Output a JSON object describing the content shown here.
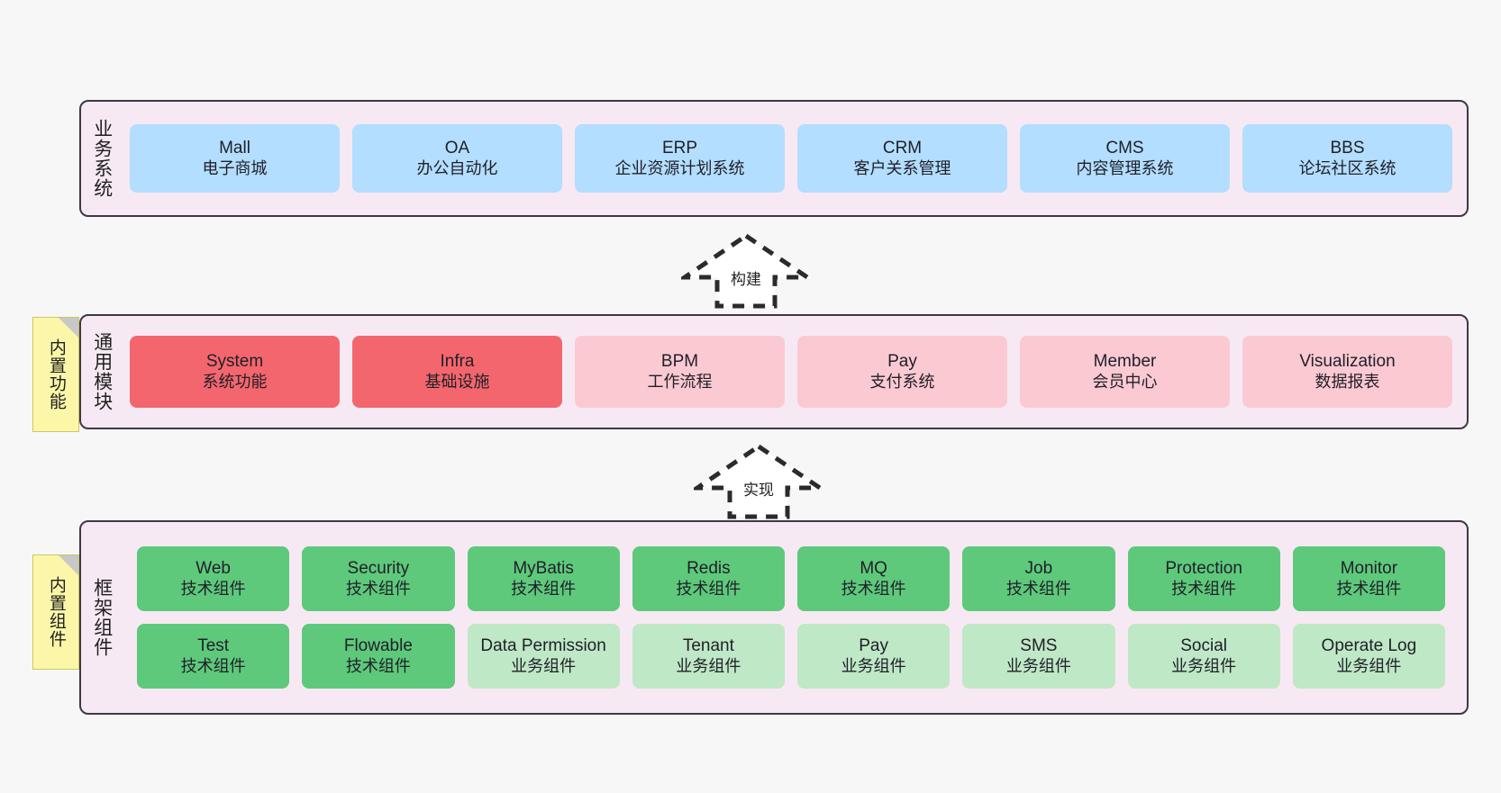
{
  "diagram": {
    "background_color": "#f7f7f7",
    "panel_color": "#f7e9f3",
    "border_color": "#3d3846"
  },
  "layers": [
    {
      "id": "business-system",
      "title": "业务系统",
      "cards": [
        {
          "en": "Mall",
          "cn": "电子商城",
          "color": "#b3deff"
        },
        {
          "en": "OA",
          "cn": "办公自动化",
          "color": "#b3deff"
        },
        {
          "en": "ERP",
          "cn": "企业资源计划系统",
          "color": "#b3deff"
        },
        {
          "en": "CRM",
          "cn": "客户关系管理",
          "color": "#b3deff"
        },
        {
          "en": "CMS",
          "cn": "内容管理系统",
          "color": "#b3deff"
        },
        {
          "en": "BBS",
          "cn": "论坛社区系统",
          "color": "#b3deff"
        }
      ]
    },
    {
      "id": "common-module",
      "title": "通用模块",
      "note": "内置功能",
      "cards": [
        {
          "en": "System",
          "cn": "系统功能",
          "color": "#f4666d"
        },
        {
          "en": "Infra",
          "cn": "基础设施",
          "color": "#f4666d"
        },
        {
          "en": "BPM",
          "cn": "工作流程",
          "color": "#fbc9d2"
        },
        {
          "en": "Pay",
          "cn": "支付系统",
          "color": "#fbc9d2"
        },
        {
          "en": "Member",
          "cn": "会员中心",
          "color": "#fbc9d2"
        },
        {
          "en": "Visualization",
          "cn": "数据报表",
          "color": "#fbc9d2"
        }
      ]
    },
    {
      "id": "framework-component",
      "title": "框架组件",
      "note": "内置组件",
      "row1": [
        {
          "en": "Web",
          "cn": "技术组件",
          "color": "#5ec97b"
        },
        {
          "en": "Security",
          "cn": "技术组件",
          "color": "#5ec97b"
        },
        {
          "en": "MyBatis",
          "cn": "技术组件",
          "color": "#5ec97b"
        },
        {
          "en": "Redis",
          "cn": "技术组件",
          "color": "#5ec97b"
        },
        {
          "en": "MQ",
          "cn": "技术组件",
          "color": "#5ec97b"
        },
        {
          "en": "Job",
          "cn": "技术组件",
          "color": "#5ec97b"
        },
        {
          "en": "Protection",
          "cn": "技术组件",
          "color": "#5ec97b"
        },
        {
          "en": "Monitor",
          "cn": "技术组件",
          "color": "#5ec97b"
        }
      ],
      "row2": [
        {
          "en": "Test",
          "cn": "技术组件",
          "color": "#5ec97b"
        },
        {
          "en": "Flowable",
          "cn": "技术组件",
          "color": "#5ec97b"
        },
        {
          "en": "Data Permission",
          "cn": "业务组件",
          "color": "#bfe8c6"
        },
        {
          "en": "Tenant",
          "cn": "业务组件",
          "color": "#bfe8c6"
        },
        {
          "en": "Pay",
          "cn": "业务组件",
          "color": "#bfe8c6"
        },
        {
          "en": "SMS",
          "cn": "业务组件",
          "color": "#bfe8c6"
        },
        {
          "en": "Social",
          "cn": "业务组件",
          "color": "#bfe8c6"
        },
        {
          "en": "Operate Log",
          "cn": "业务组件",
          "color": "#bfe8c6"
        }
      ]
    }
  ],
  "arrows": [
    {
      "id": "build",
      "label": "构建",
      "direction": "up"
    },
    {
      "id": "implement",
      "label": "实现",
      "direction": "up"
    }
  ]
}
